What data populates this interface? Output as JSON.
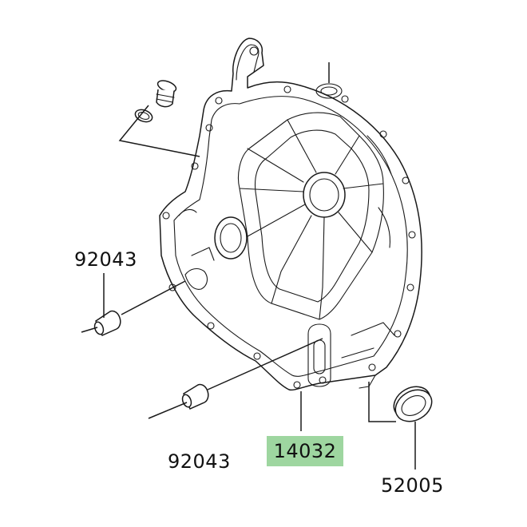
{
  "diagram": {
    "parts": [
      {
        "id": "92043-a",
        "label": "92043"
      },
      {
        "id": "92043-b",
        "label": "92043"
      },
      {
        "id": "14032",
        "label": "14032",
        "highlight_color": "#9ed6a0"
      },
      {
        "id": "52005",
        "label": "52005"
      }
    ]
  }
}
